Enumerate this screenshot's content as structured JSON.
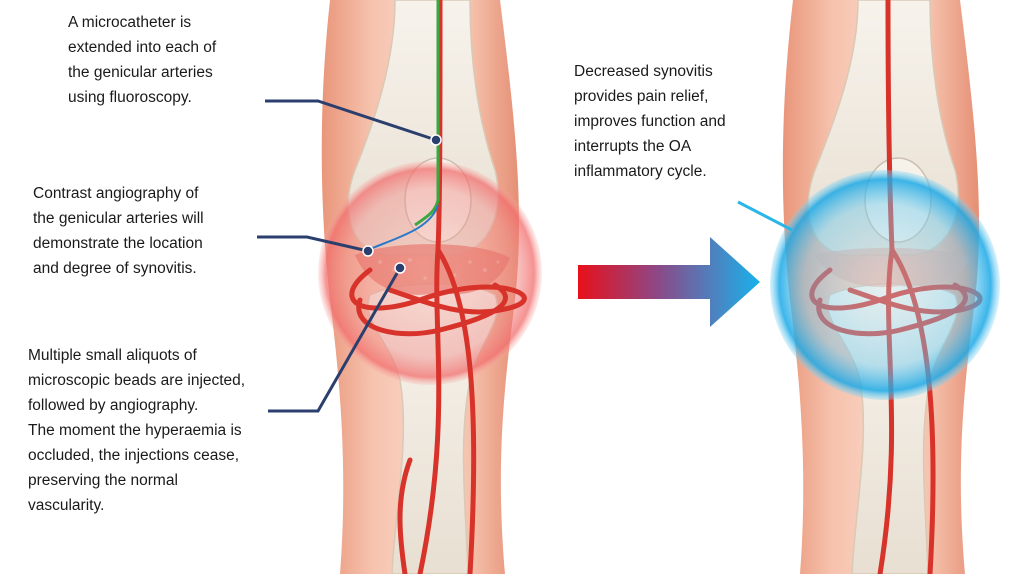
{
  "captions": {
    "microcatheter": [
      "A microcatheter is",
      "extended into each of",
      "the genicular arteries",
      "using fluoroscopy."
    ],
    "contrast": [
      "Contrast angiography of",
      "the genicular arteries will",
      "demonstrate the location",
      "and degree of synovitis."
    ],
    "beads": [
      "Multiple small aliquots of",
      "microscopic beads are injected,",
      "followed by angiography.",
      "The moment the hyperaemia is",
      "occluded, the injections cease,",
      "preserving the normal",
      "vascularity."
    ],
    "result": [
      "Decreased synovitis",
      "provides pain relief,",
      "improves function and",
      "interrupts the OA",
      "inflammatory cycle."
    ]
  },
  "colors": {
    "callout_line": "#2b3f6e",
    "result_callout_line": "#29b6e8",
    "catheter": "#3aa83f",
    "artery": "#d8332b",
    "inflamed_glow": "#f28a8a",
    "treated_glow": "#2ab4ea",
    "arrow_start": "#e8101a",
    "arrow_end": "#18b2ec",
    "skin": "#f0ad92",
    "bone": "#f4efe6"
  }
}
